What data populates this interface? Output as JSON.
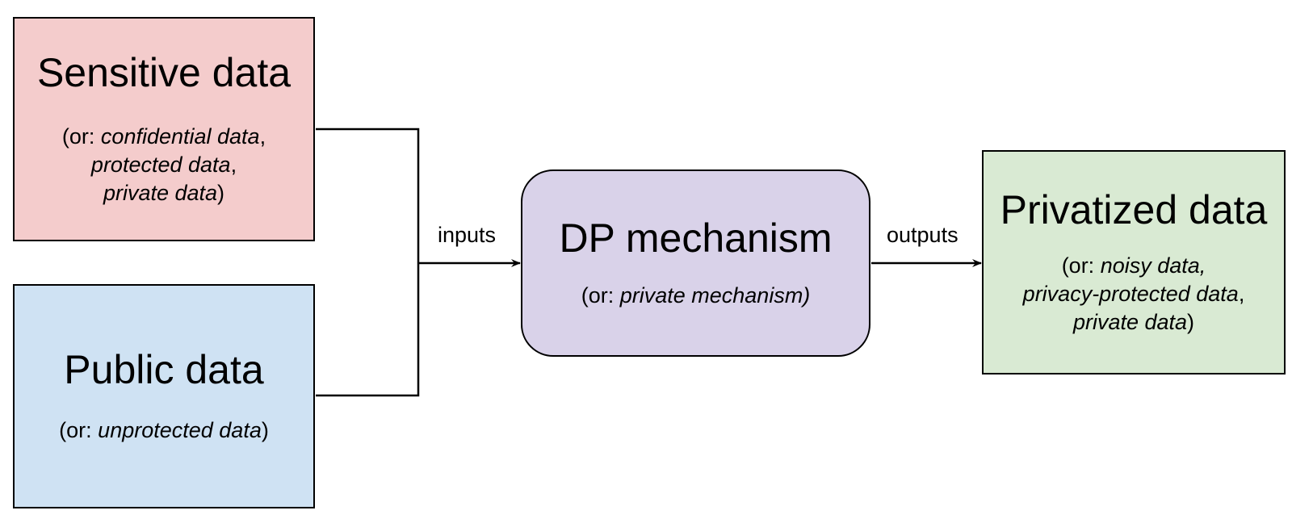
{
  "nodes": {
    "sensitive": {
      "title": "Sensitive data",
      "sub_prefix": "(or: ",
      "alt1": "confidential data",
      "sep1": ",",
      "alt2": "protected data",
      "sep2": ",",
      "alt3": "private data",
      "close": ")",
      "fill": "#f4cccc"
    },
    "public": {
      "title": "Public data",
      "sub_prefix": "(or: ",
      "alt1": "unprotected data",
      "close": ")",
      "fill": "#cfe2f3"
    },
    "mechanism": {
      "title": "DP mechanism",
      "sub_prefix": "(or: ",
      "alt1": "private mechanism)",
      "fill": "#d9d2e9"
    },
    "privatized": {
      "title": "Privatized data",
      "sub_prefix": "(or: ",
      "alt1": "noisy data,",
      "alt2": "privacy-protected data",
      "sep2": ",",
      "alt3": "private data",
      "close": ")",
      "fill": "#d9ead3"
    }
  },
  "edges": {
    "inputs_label": "inputs",
    "outputs_label": "outputs"
  },
  "colors": {
    "stroke": "#000000",
    "background": "#ffffff"
  }
}
